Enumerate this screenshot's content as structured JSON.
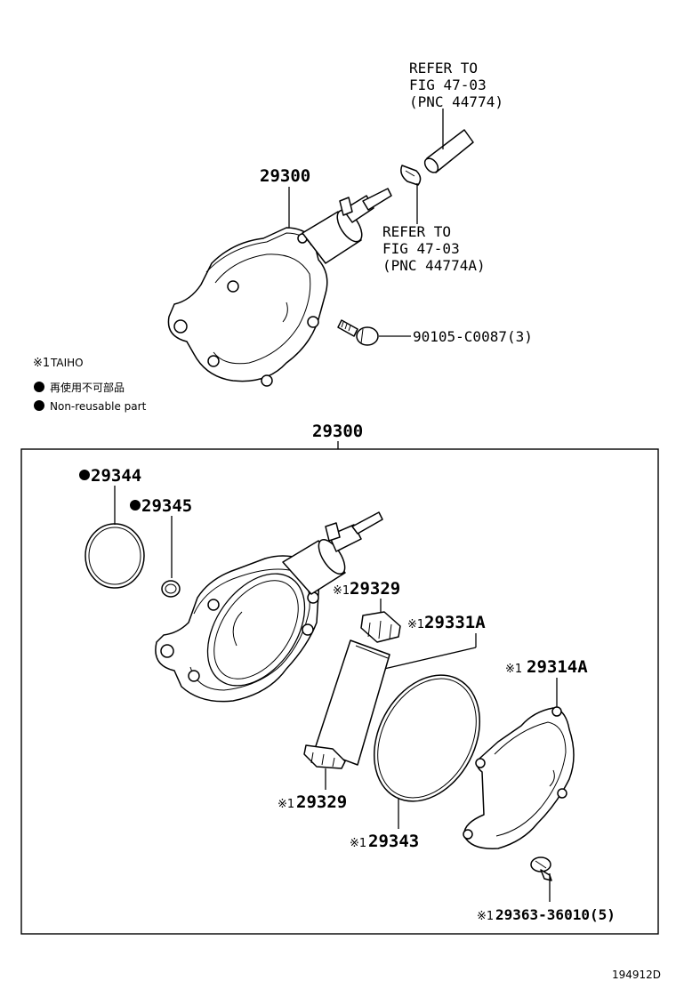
{
  "header_ref": {
    "line1": "REFER TO",
    "line2": "FIG 47-03",
    "line3": "(PNC 44774)"
  },
  "clamp_ref": {
    "line1": "REFER TO",
    "line2": "FIG 47-03",
    "line3": "(PNC 44774A)"
  },
  "top_assembly_label": "29300",
  "bolt_label": "90105-C0087(3)",
  "legend": {
    "taiho_mark": "※1",
    "taiho_text": "TAIHO",
    "jp_text": "再使用不可部品",
    "en_text": "Non-reusable part"
  },
  "box_label": "29300",
  "parts": {
    "p29344": "29344",
    "p29345": "29345",
    "p29329_top": "29329",
    "p29331a": "29331A",
    "p29314a": "29314A",
    "p29329_bottom": "29329",
    "p29343": "29343",
    "p29363": "29363-36010(5)"
  },
  "note_mark": "※1",
  "figure_id": "194912D"
}
